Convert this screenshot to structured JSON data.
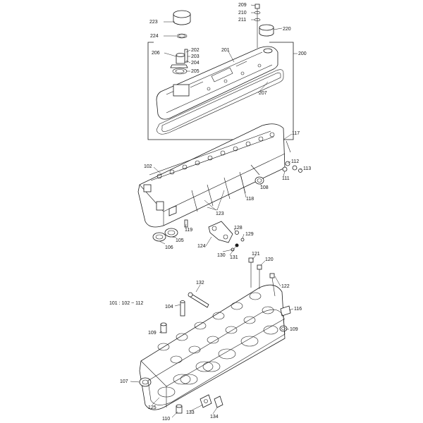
{
  "diagram": {
    "callouts": [
      {
        "id": "c209",
        "text": "209"
      },
      {
        "id": "c210",
        "text": "210"
      },
      {
        "id": "c211",
        "text": "211"
      },
      {
        "id": "c220",
        "text": "220"
      },
      {
        "id": "c223",
        "text": "223"
      },
      {
        "id": "c224",
        "text": "224"
      },
      {
        "id": "c202",
        "text": "202"
      },
      {
        "id": "c203",
        "text": "203"
      },
      {
        "id": "c204",
        "text": "204"
      },
      {
        "id": "c205",
        "text": "205"
      },
      {
        "id": "c206",
        "text": "206"
      },
      {
        "id": "c201",
        "text": "201"
      },
      {
        "id": "c200",
        "text": "200"
      },
      {
        "id": "c207",
        "text": "207"
      },
      {
        "id": "c117",
        "text": "117"
      },
      {
        "id": "c102",
        "text": "102"
      },
      {
        "id": "c112",
        "text": "112"
      },
      {
        "id": "c113",
        "text": "113"
      },
      {
        "id": "c111",
        "text": "111"
      },
      {
        "id": "c108",
        "text": "108"
      },
      {
        "id": "c118",
        "text": "118"
      },
      {
        "id": "c123",
        "text": "123"
      },
      {
        "id": "c119",
        "text": "119"
      },
      {
        "id": "c106",
        "text": "106"
      },
      {
        "id": "c105",
        "text": "105"
      },
      {
        "id": "c128",
        "text": "128"
      },
      {
        "id": "c129",
        "text": "129"
      },
      {
        "id": "c124",
        "text": "124"
      },
      {
        "id": "c130",
        "text": "130"
      },
      {
        "id": "c131",
        "text": "131"
      },
      {
        "id": "c121",
        "text": "121"
      },
      {
        "id": "c120",
        "text": "120"
      },
      {
        "id": "c122",
        "text": "122"
      },
      {
        "id": "c132",
        "text": "132"
      },
      {
        "id": "c101",
        "text": "101 : 102 ~ 112"
      },
      {
        "id": "c104",
        "text": "104"
      },
      {
        "id": "c116",
        "text": "116"
      },
      {
        "id": "c109a",
        "text": "109"
      },
      {
        "id": "c109b",
        "text": "109"
      },
      {
        "id": "c107",
        "text": "107"
      },
      {
        "id": "c125",
        "text": "125"
      },
      {
        "id": "c133",
        "text": "133"
      },
      {
        "id": "c134",
        "text": "134"
      },
      {
        "id": "c110",
        "text": "110"
      }
    ]
  }
}
